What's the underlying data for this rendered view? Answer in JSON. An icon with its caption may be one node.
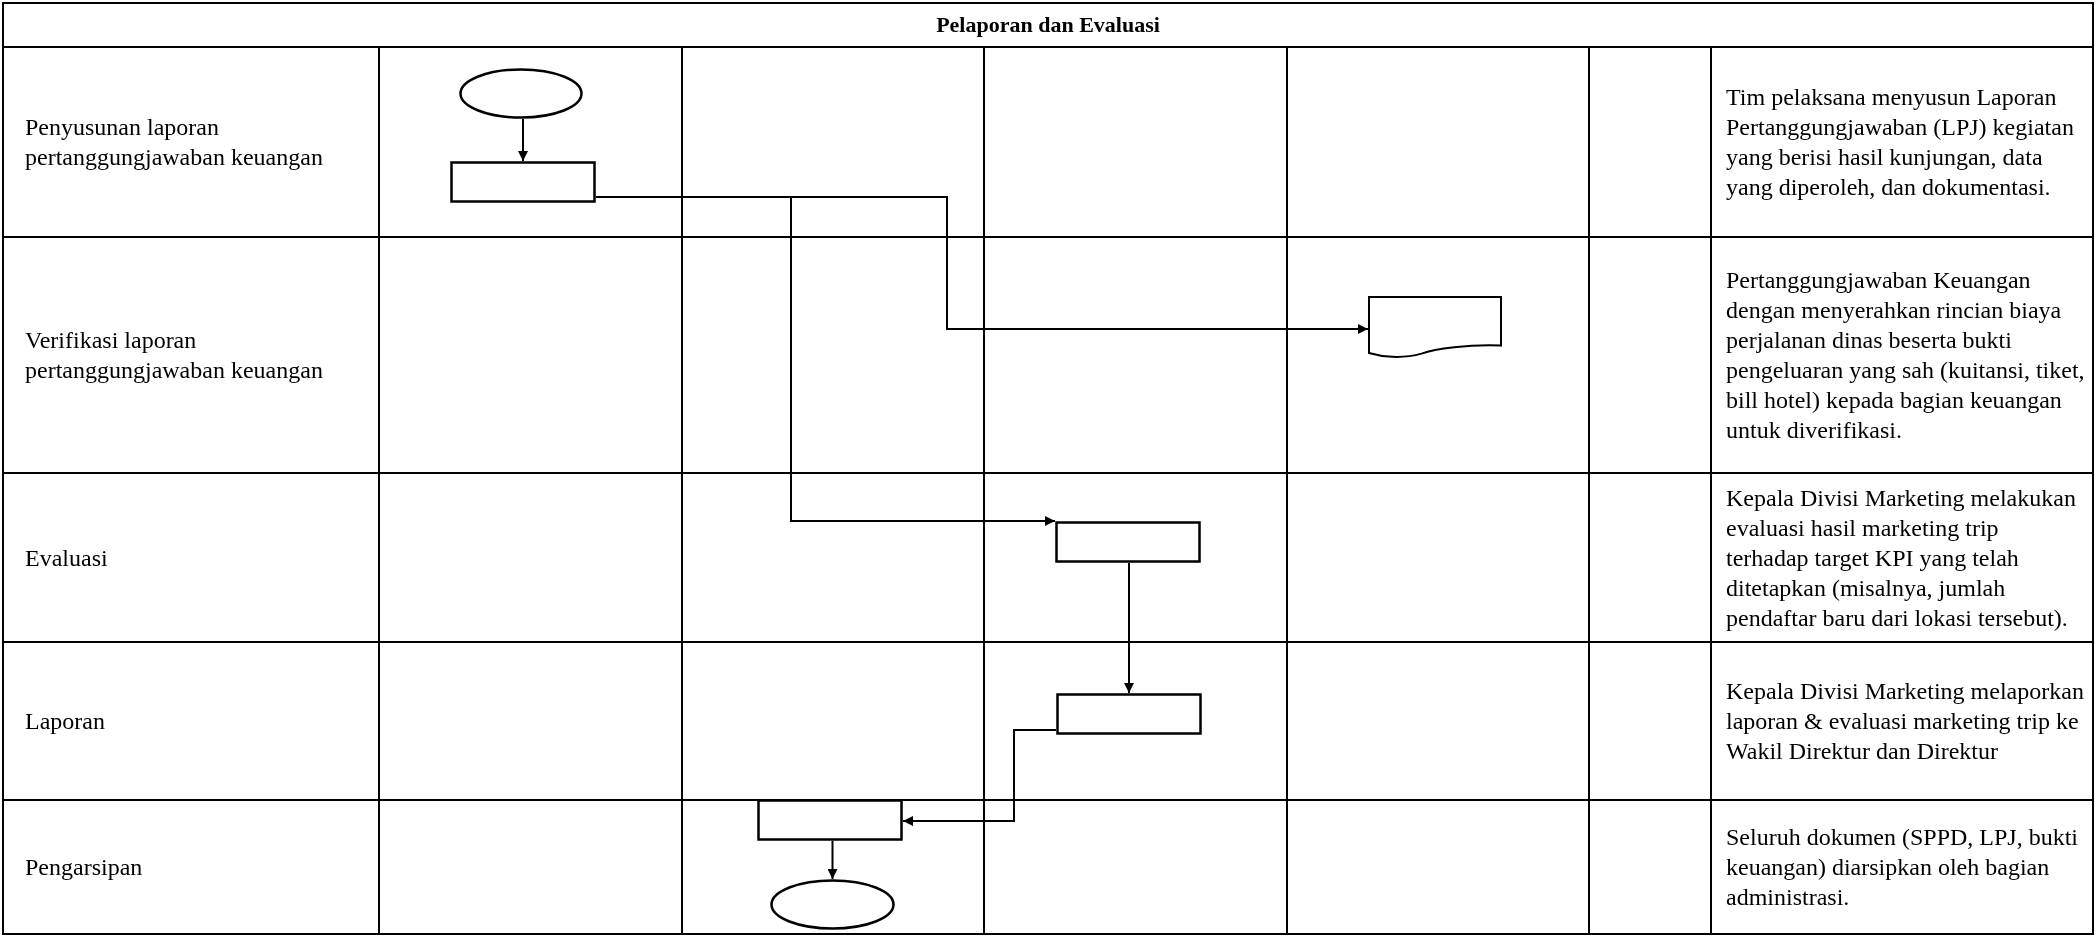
{
  "diagram": {
    "title": "Pelaporan dan Evaluasi",
    "nodes": [
      {
        "text": [],
        "shape": "ellipse"
      },
      {
        "text": [],
        "shape": "box"
      },
      {
        "text": [],
        "shape": "document"
      },
      {
        "text": [],
        "shape": "box"
      },
      {
        "text": [],
        "shape": "box"
      },
      {
        "text": [],
        "shape": "box"
      },
      {
        "text": [],
        "shape": "ellipse"
      }
    ],
    "edges": [
      {
        "from": 0,
        "to": 1,
        "arrow": "to"
      },
      {
        "from": 1,
        "to": 2,
        "arrow": "to"
      },
      {
        "from": 1,
        "to": 3,
        "arrow": "to"
      },
      {
        "from": 3,
        "to": 4,
        "arrow": "to"
      },
      {
        "from": 4,
        "to": 5,
        "arrow": "to"
      },
      {
        "from": 5,
        "to": 6,
        "arrow": "to"
      }
    ],
    "labels": [
      "Penyusunan laporan pertanggungjawaban keuangan",
      "Tim pelaksana menyusun Laporan Pertanggungjawaban (LPJ) kegiatan yang berisi hasil kunjungan, data yang diperoleh, dan dokumentasi.",
      "Verifikasi laporan pertanggungjawaban keuangan",
      "Pertanggungjawaban Keuangan dengan menyerahkan rincian biaya perjalanan dinas beserta bukti pengeluaran yang sah (kuitansi, tiket, bill hotel) kepada bagian keuangan untuk diverifikasi.",
      "Evaluasi",
      "Kepala Divisi Marketing melakukan evaluasi hasil marketing trip terhadap target KPI yang telah ditetapkan (misalnya, jumlah pendaftar baru dari lokasi tersebut).",
      "Laporan",
      "Kepala Divisi Marketing melaporkan laporan & evaluasi marketing trip ke Wakil Direktur dan Direktur",
      "Pengarsipan",
      "Seluruh dokumen (SPPD, LPJ, bukti keuangan) diarsipkan oleh bagian administrasi."
    ]
  }
}
